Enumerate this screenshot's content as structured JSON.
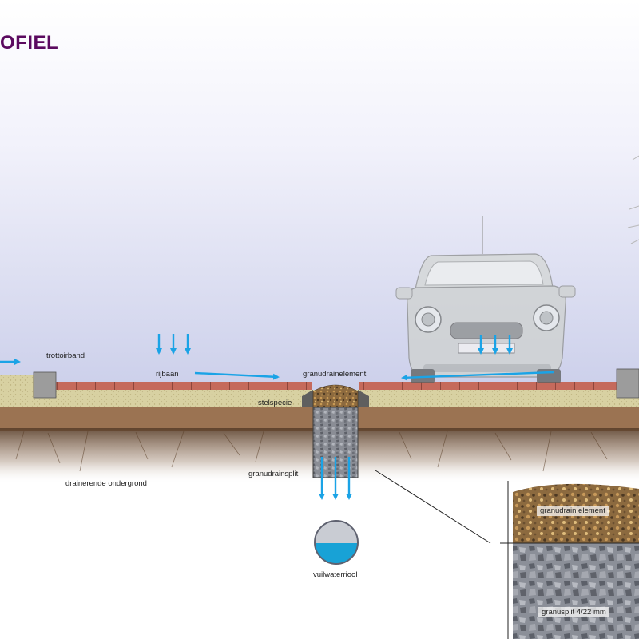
{
  "title": "OFIEL",
  "labels": {
    "trottoirband": "trottoirband",
    "rijbaan": "rijbaan",
    "granudrainelement": "granudrainelement",
    "stelspecie": "stelspecie",
    "granudrainsplit": "granudrainsplit",
    "drainerende_ondergrond": "drainerende ondergrond",
    "vuilwaterriool": "vuilwaterriool"
  },
  "detail": {
    "top_layer": "granudrain element",
    "bottom_layer": "granusplit 4/22 mm"
  },
  "colors": {
    "title": "#5b0a5f",
    "water_arrow": "#1aa3e6",
    "pavers": "#c56a5c",
    "sand": "#d9d3a7",
    "soil": "#9a7150",
    "grit": "#7b7e86",
    "sewer_water": "#18a2d6"
  }
}
